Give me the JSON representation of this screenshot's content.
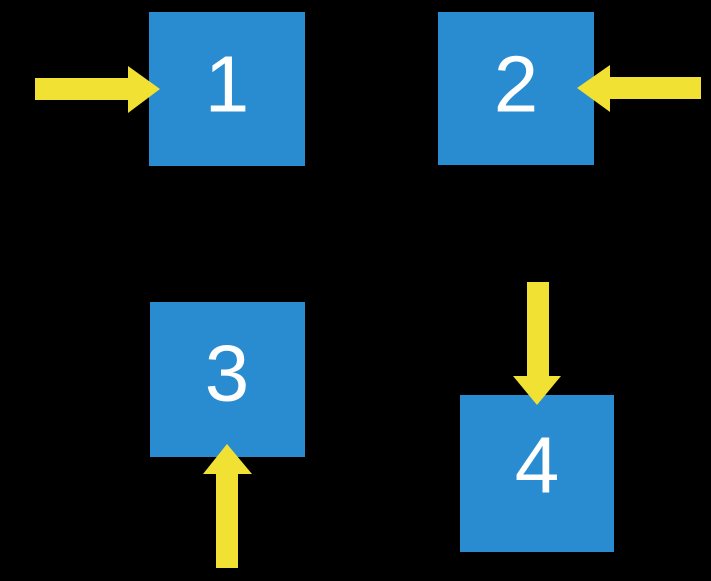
{
  "scene": {
    "background_color": "#000000",
    "box_color": "#2A8CD0",
    "arrow_color": "#F0E132",
    "label_color": "#FFFFFF",
    "boxes": [
      {
        "label": "1",
        "arrow": "arrow-right-icon",
        "arrow_points_from": "left"
      },
      {
        "label": "2",
        "arrow": "arrow-left-icon",
        "arrow_points_from": "right"
      },
      {
        "label": "3",
        "arrow": "arrow-up-icon",
        "arrow_points_from": "below"
      },
      {
        "label": "4",
        "arrow": "arrow-down-icon",
        "arrow_points_from": "above"
      }
    ]
  }
}
